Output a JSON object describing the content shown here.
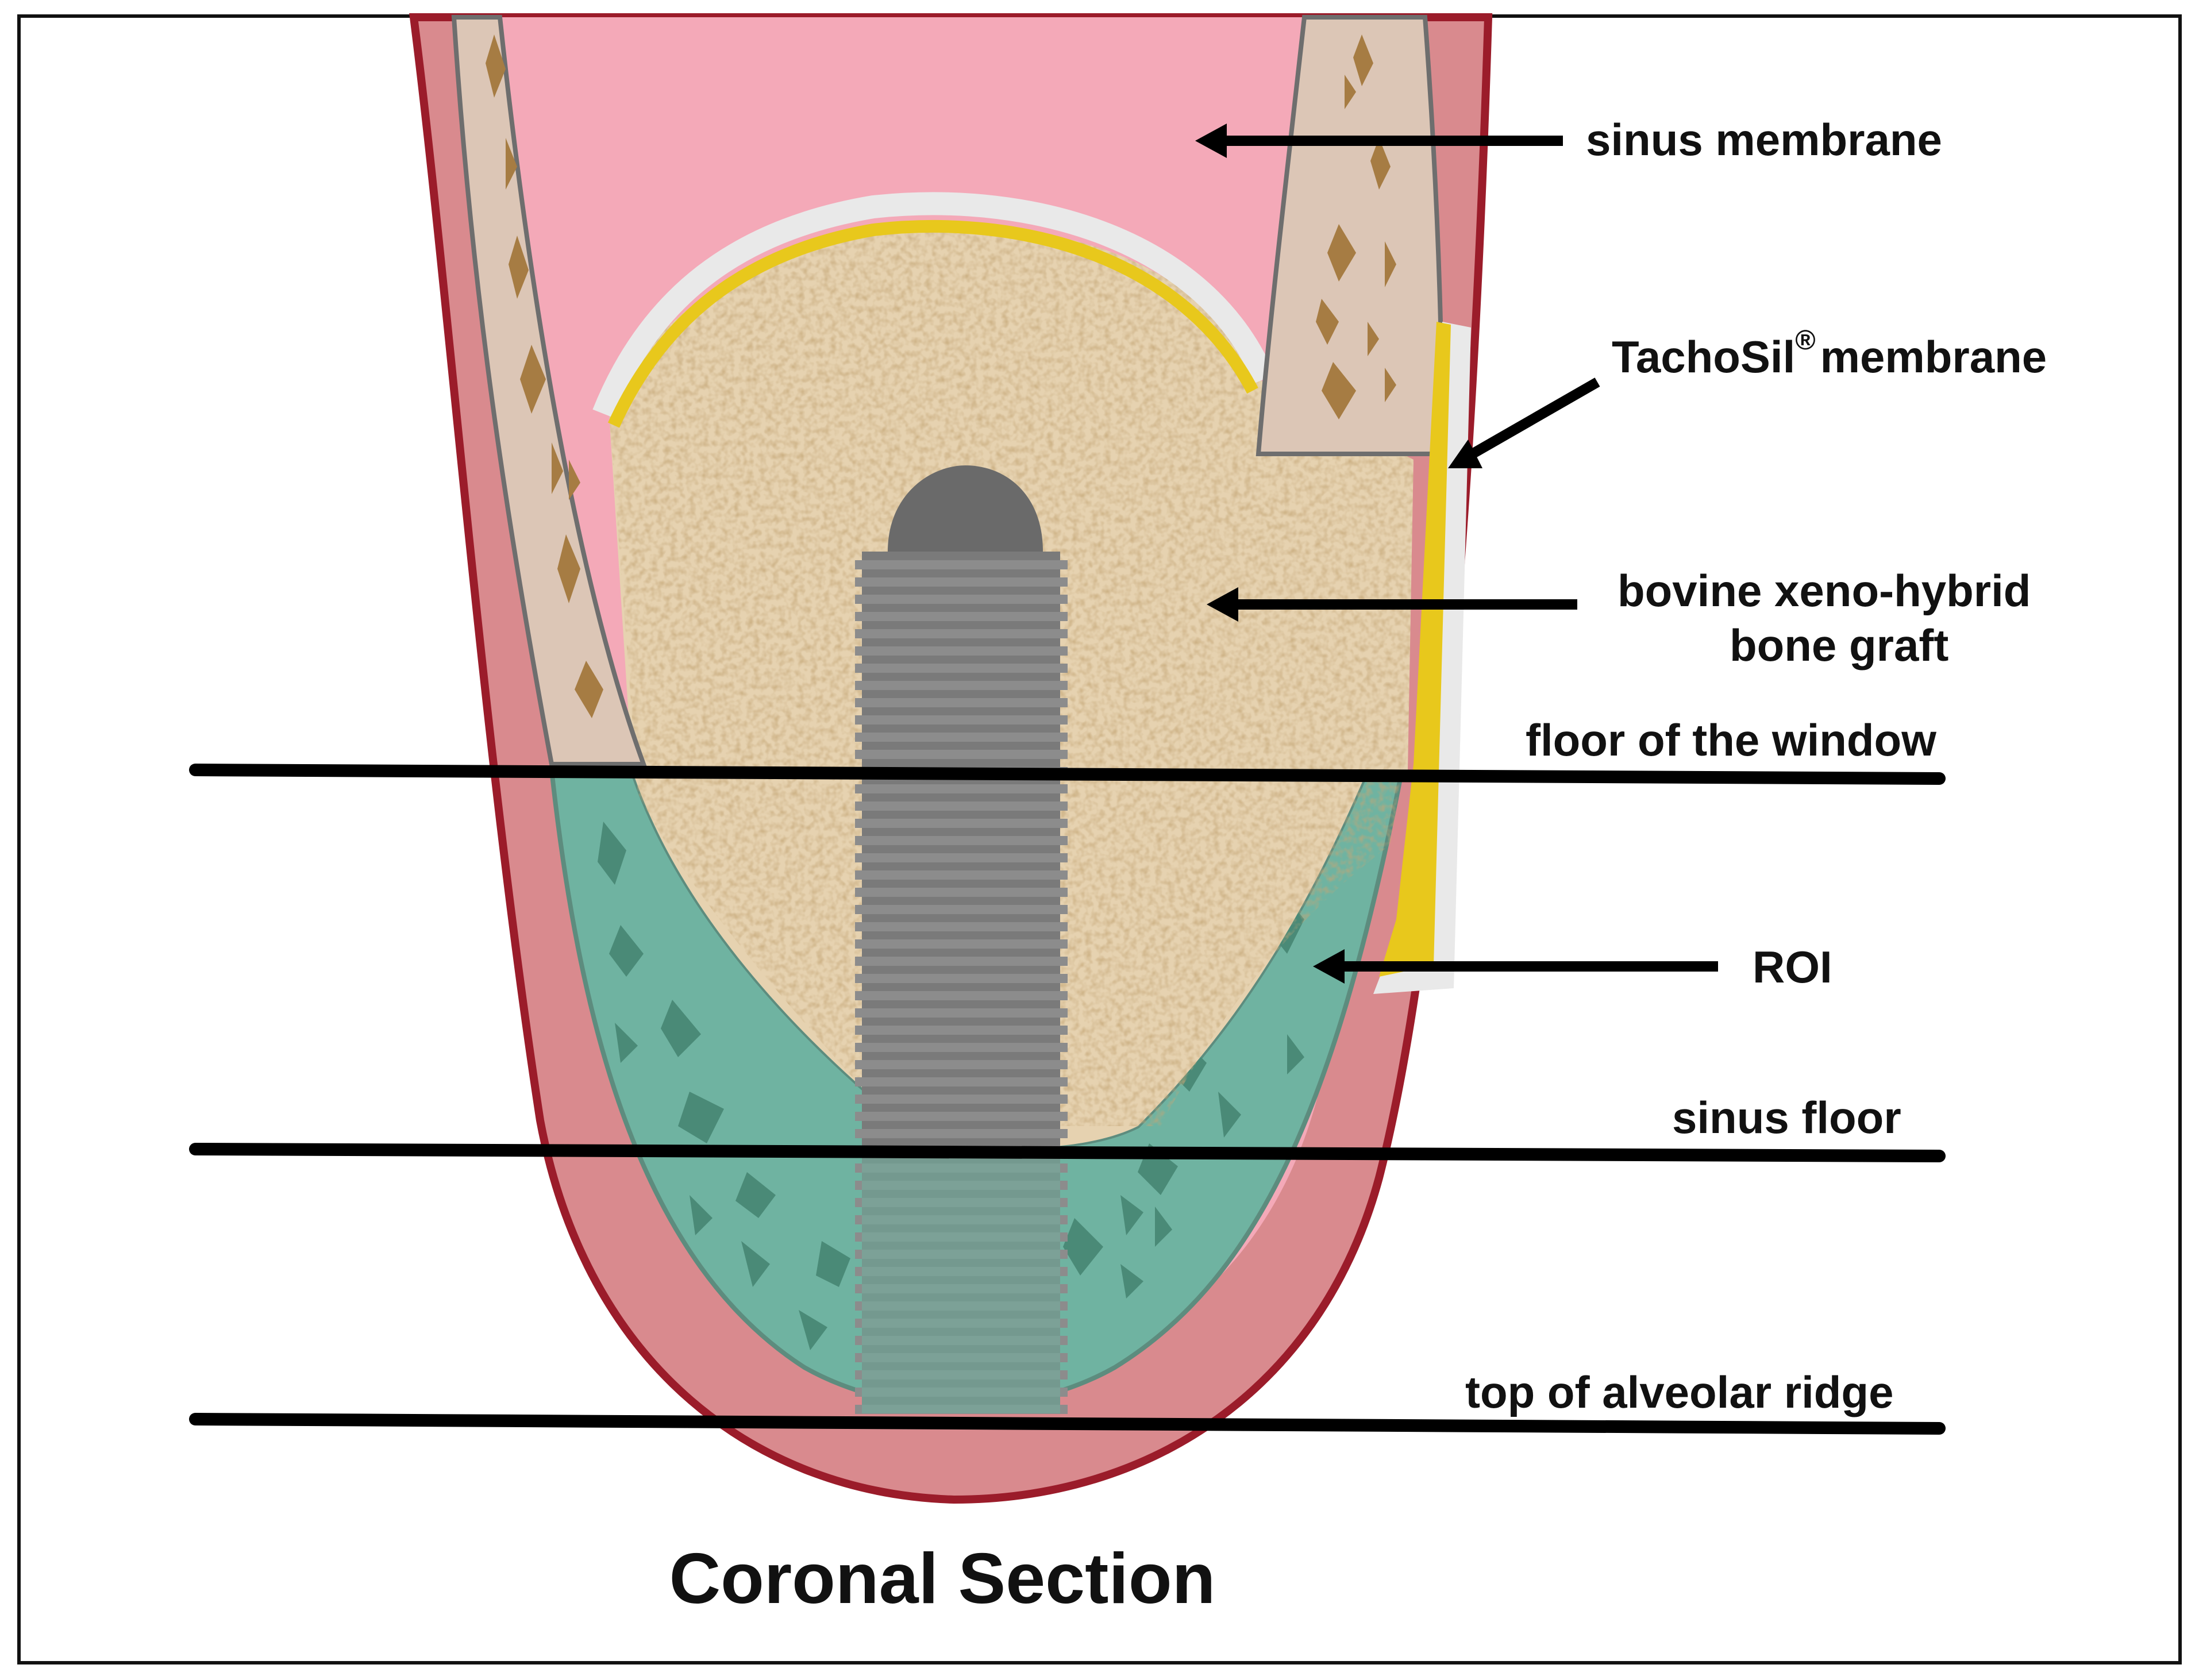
{
  "title": "Coronal Section",
  "labels": {
    "sinus_membrane": "sinus membrane",
    "tachosil_main": "TachoSil",
    "tachosil_reg": "®",
    "tachosil_suffix": "membrane",
    "graft_line1": "bovine xeno-hybrid",
    "graft_line2": "bone graft",
    "floor_of_window": "floor of the window",
    "roi": "ROI",
    "sinus_floor": "sinus floor",
    "top_of_ridge": "top of alveolar ridge"
  },
  "colors": {
    "gingiva": "#d98a8e",
    "gingiva_outline": "#9b1c2a",
    "sinus_membrane": "#f4a9b8",
    "cortical_bone": "#dcc6b6",
    "bone_outline": "#6e6e6e",
    "bone_flecks": "#a67c43",
    "graft": "#e6d2b0",
    "roi_bone": "#6fb3a1",
    "roi_flecks": "#4a8a77",
    "implant": "#6a6a6a",
    "tachosil_yellow": "#e8c81c",
    "tachosil_white": "#e9e9e9",
    "line": "#000000"
  }
}
